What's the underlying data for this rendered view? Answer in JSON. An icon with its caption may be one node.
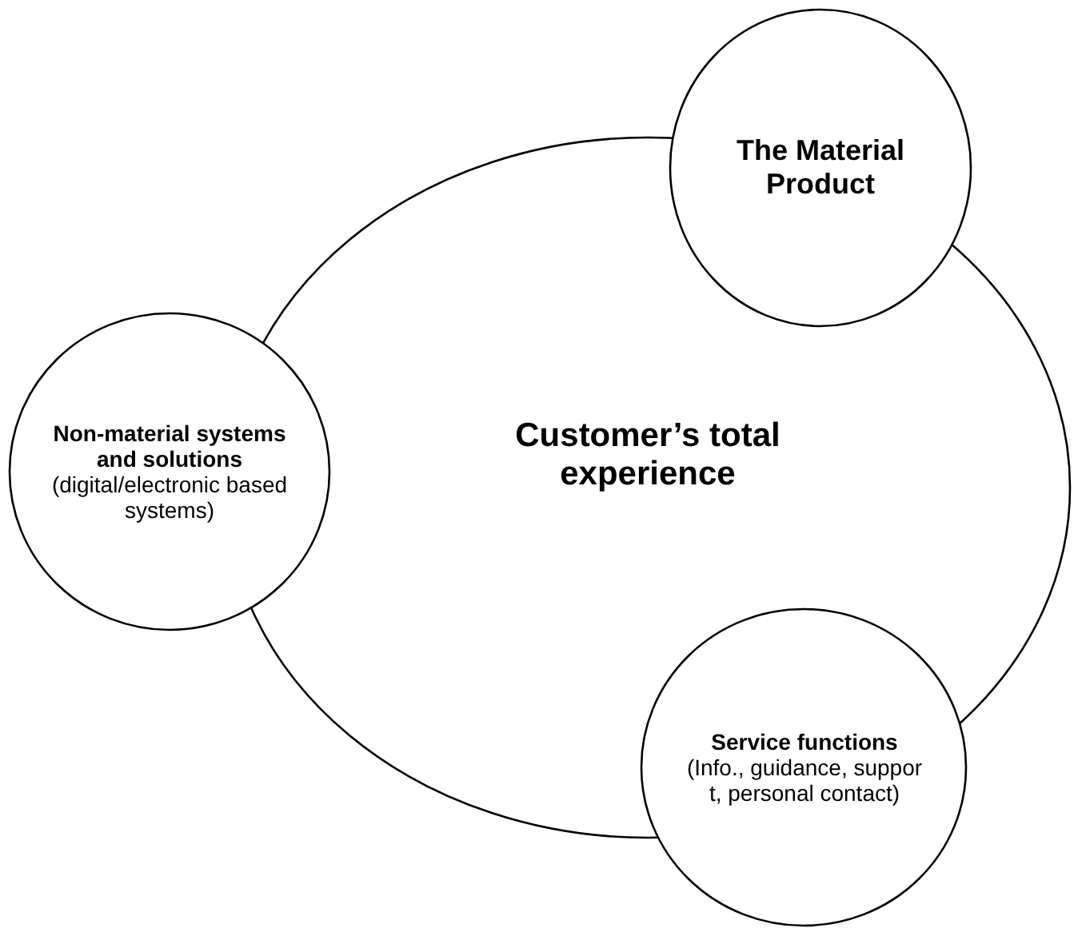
{
  "diagram": {
    "nodes": [
      {
        "text": [
          "The Material Product"
        ]
      },
      {
        "text": [
          "Non-material systems and solutions",
          "(digital/electronic based systems)"
        ]
      },
      {
        "text": [
          "Customer’s total experience"
        ]
      },
      {
        "text": [
          "Service functions",
          "(Info., guidance, support, personal contact)"
        ]
      }
    ]
  }
}
